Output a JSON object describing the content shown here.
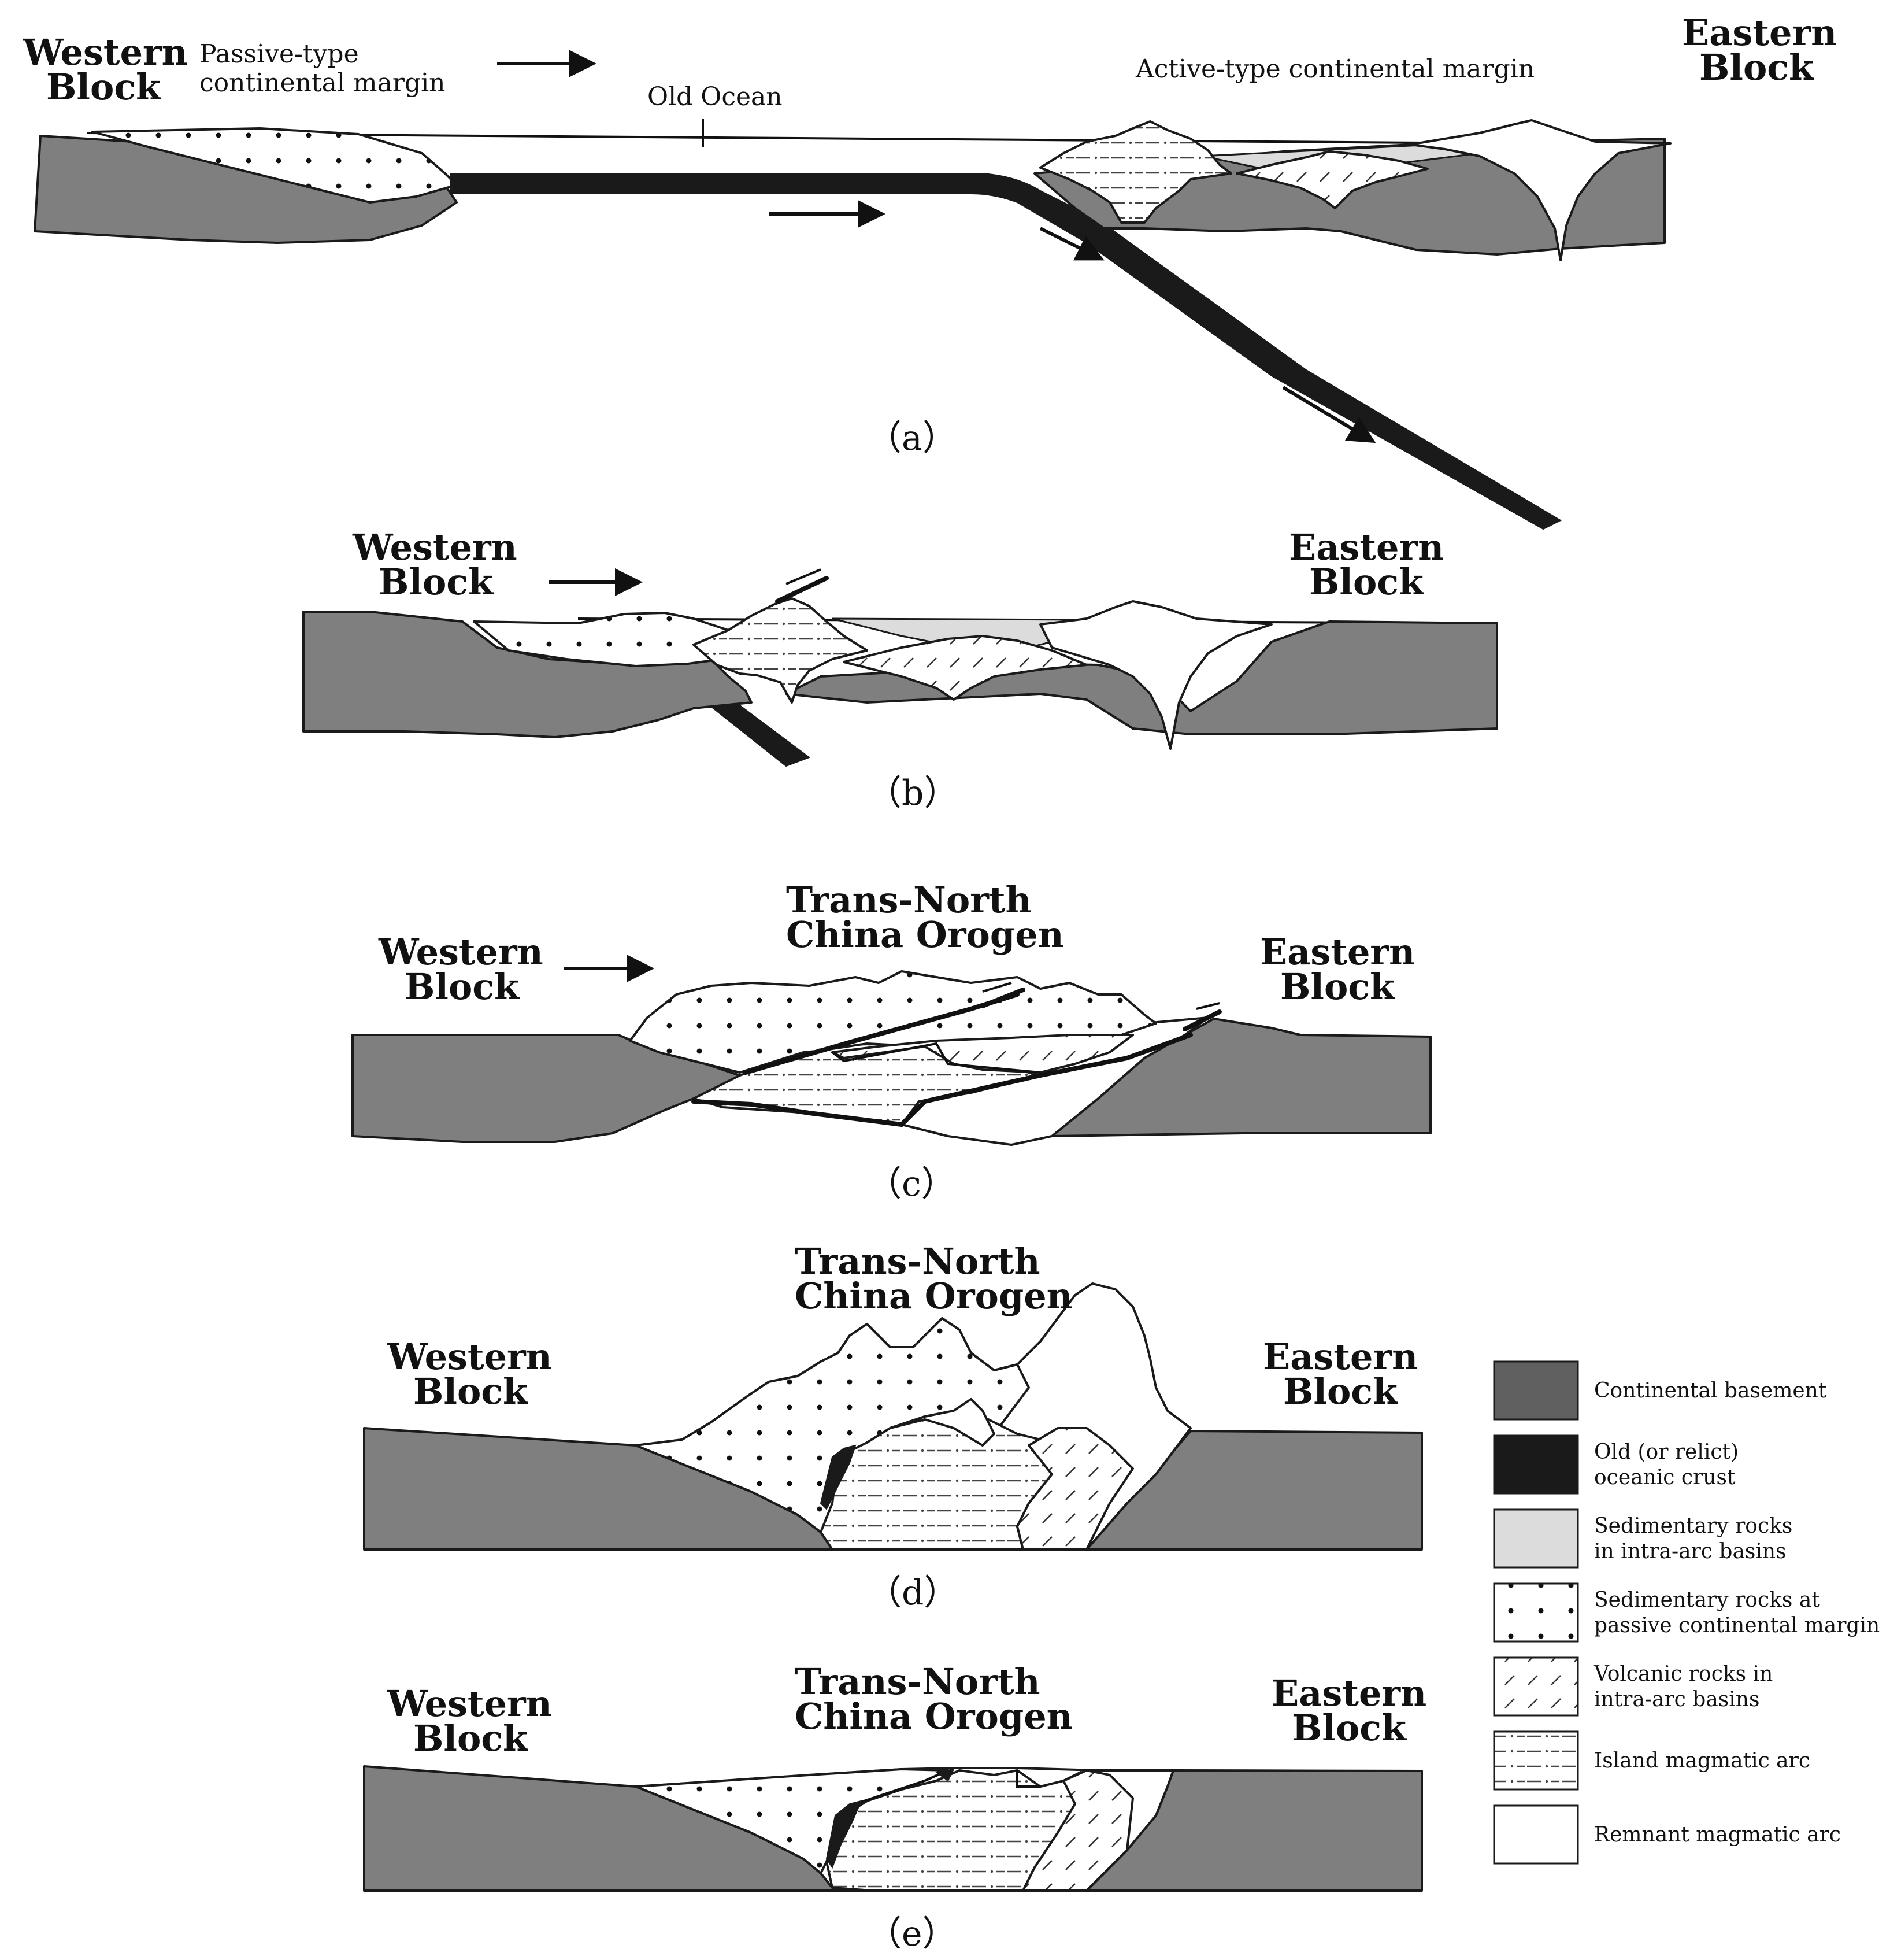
{
  "panels": {
    "a": {
      "label": "（a）",
      "western": [
        "Western",
        "Block"
      ],
      "eastern": [
        "Eastern",
        "Block"
      ],
      "passive_margin": [
        "Passive-type",
        "continental margin"
      ],
      "old_ocean": "Old Ocean",
      "active_margin": "Active-type continental margin"
    },
    "b": {
      "label": "（b）",
      "western": [
        "Western",
        "Block"
      ],
      "eastern": [
        "Eastern",
        "Block"
      ]
    },
    "c": {
      "label": "（c）",
      "western": [
        "Western",
        "Block"
      ],
      "eastern": [
        "Eastern",
        "Block"
      ],
      "orogen": [
        "Trans-North",
        "China Orogen"
      ]
    },
    "d": {
      "label": "（d）",
      "western": [
        "Western",
        "Block"
      ],
      "eastern": [
        "Eastern",
        "Block"
      ],
      "orogen": [
        "Trans-North",
        "China Orogen"
      ]
    },
    "e": {
      "label": "（e）",
      "western": [
        "Western",
        "Block"
      ],
      "eastern": [
        "Eastern",
        "Block"
      ],
      "orogen": [
        "Trans-North",
        "China Orogen"
      ]
    }
  },
  "legend": [
    {
      "lines": [
        "Continental basement"
      ],
      "fill": "#606060"
    },
    {
      "lines": [
        "Old  (or relict)",
        "oceanic crust"
      ],
      "fill": "#1a1a1a"
    },
    {
      "lines": [
        "Sedimentary rocks",
        "in intra-arc basins"
      ],
      "fill": "#dcdcdc"
    },
    {
      "lines": [
        "Sedimentary rocks at",
        "passive continental margin"
      ],
      "pattern": "dots"
    },
    {
      "lines": [
        "Volcanic rocks in",
        "intra-arc basins"
      ],
      "pattern": "dashes"
    },
    {
      "lines": [
        "Island magmatic arc"
      ],
      "pattern": "dash-dot"
    },
    {
      "lines": [
        "Remnant magmatic arc"
      ],
      "fill": "#ffffff"
    }
  ],
  "colors": {
    "basement": "#7f7f7f",
    "oceanic_crust": "#1a1a1a",
    "intra_arc_sediment": "#dcdcdc",
    "outline": "#1a1a1a"
  }
}
